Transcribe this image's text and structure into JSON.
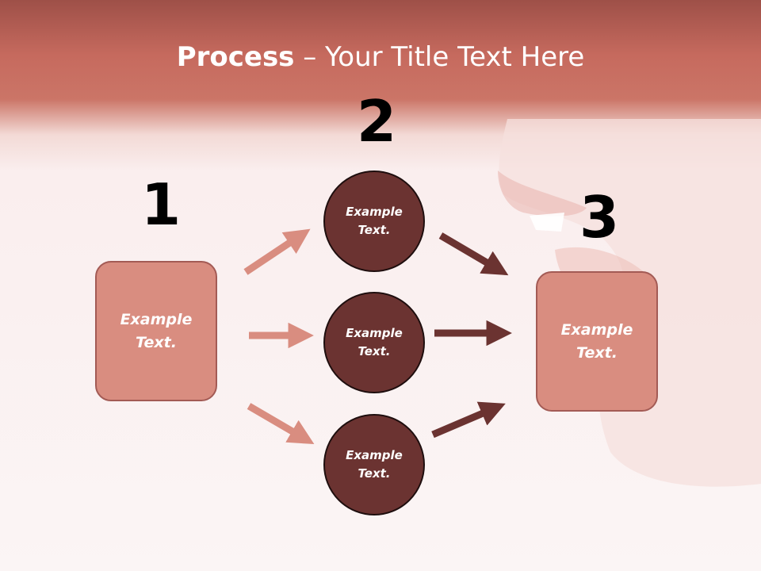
{
  "title": {
    "bold": "Process",
    "rest": " – Your Title Text Here"
  },
  "steps": [
    {
      "number": "1",
      "label": "Example\nText."
    },
    {
      "number": "2",
      "items": [
        "Example\nText.",
        "Example\nText.",
        "Example\nText."
      ]
    },
    {
      "number": "3",
      "label": "Example\nText."
    }
  ],
  "colors": {
    "box_fill": "#d98d80",
    "circle_fill": "#6b3331",
    "arrow_light": "#d98d80",
    "arrow_dark": "#6b3331",
    "title_bar": "#c66a5e"
  }
}
